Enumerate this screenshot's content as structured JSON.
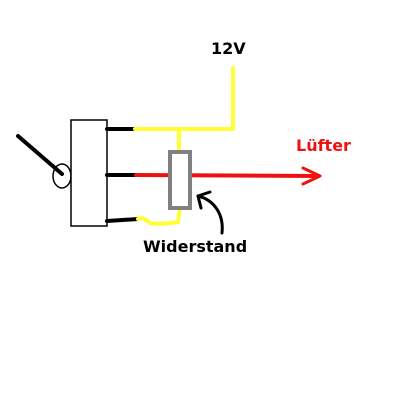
{
  "labels": {
    "voltage": "12V",
    "fan": "Lüfter",
    "resistor": "Widerstand"
  },
  "colors": {
    "supply_wire": "#ffff33",
    "fan_wire": "#ee1111",
    "switch_terminal": "#000000",
    "resistor_outline": "#808080",
    "voltage_label": "#000000",
    "fan_label": "#ee1111",
    "resistor_label": "#000000"
  },
  "icons": {
    "switch": "toggle-switch-icon",
    "resistor": "resistor-icon",
    "pointer": "curved-arrow-icon"
  }
}
